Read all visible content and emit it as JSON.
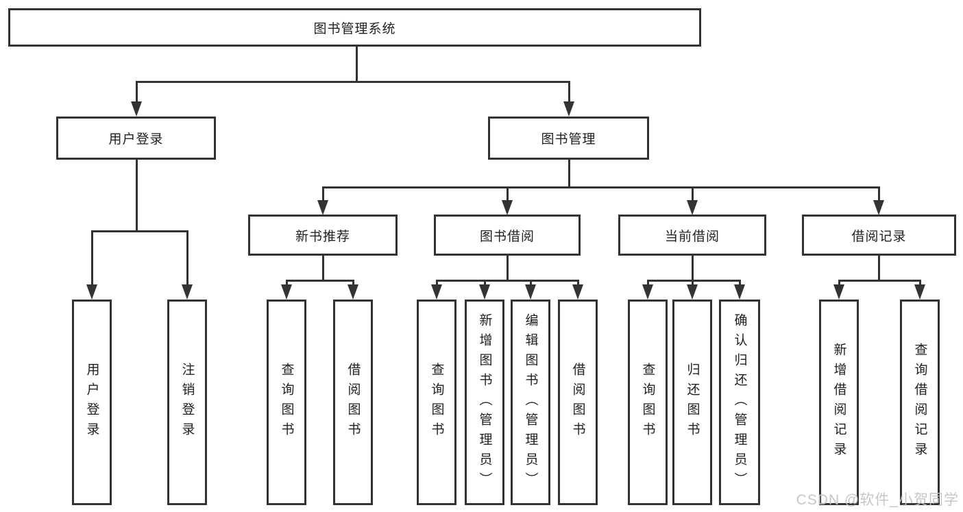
{
  "tree": {
    "root": {
      "label": "图书管理系统"
    },
    "level2": [
      {
        "label": "用户登录",
        "leaves": [
          "用户登录",
          "注销登录"
        ]
      },
      {
        "label": "图书管理",
        "groups": [
          {
            "label": "新书推荐",
            "leaves": [
              "查询图书",
              "借阅图书"
            ]
          },
          {
            "label": "图书借阅",
            "leaves": [
              "查询图书",
              "新增图书（管理员）",
              "编辑图书（管理员）",
              "借阅图书"
            ]
          },
          {
            "label": "当前借阅",
            "leaves": [
              "查询图书",
              "归还图书",
              "确认归还（管理员）"
            ]
          },
          {
            "label": "借阅记录",
            "leaves": [
              "新增借阅记录",
              "查询借阅记录"
            ]
          }
        ]
      }
    ]
  },
  "watermark": "CSDN @软件_小贺同学",
  "colors": {
    "line": "#333333",
    "text": "#1f1f1f",
    "watermark": "#c3c3c3",
    "background": "#ffffff"
  }
}
